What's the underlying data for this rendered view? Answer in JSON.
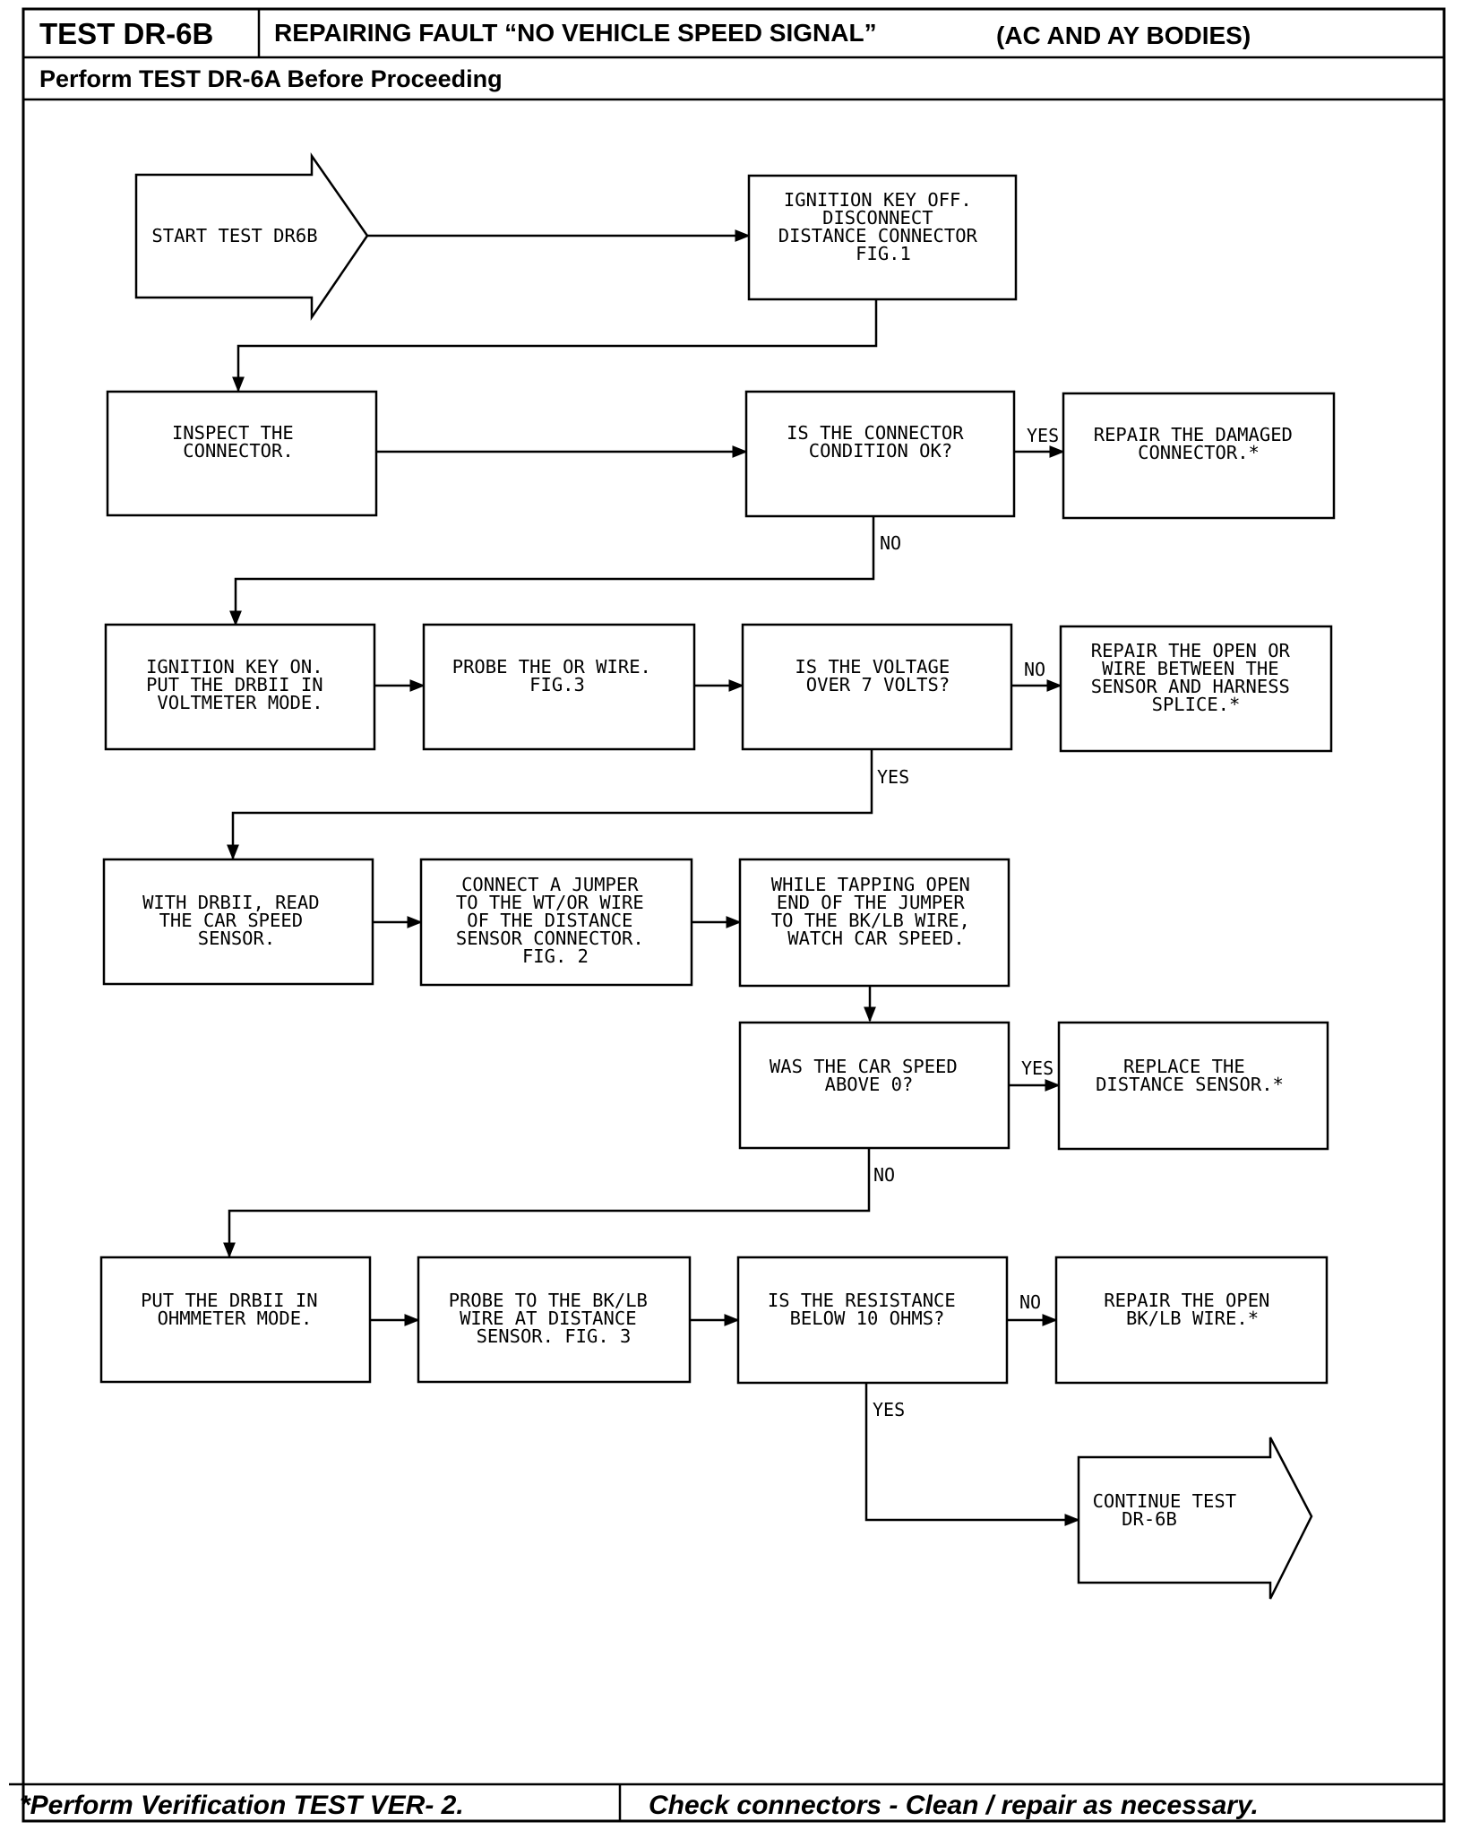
{
  "header": {
    "test_id": "TEST DR-6B",
    "title": "REPAIRING FAULT “NO VEHICLE SPEED SIGNAL”",
    "bodies": "(AC AND AY BODIES)",
    "prerequisite": "Perform TEST DR-6A Before Proceeding"
  },
  "footer": {
    "verification": "*Perform Verification TEST VER- 2.",
    "connectors": "Check connectors - Clean / repair as necessary."
  },
  "flowchart": {
    "nodes": {
      "start": [
        "START TEST DR6B"
      ],
      "disconnect": [
        "IGNITION KEY OFF.",
        "DISCONNECT",
        "DISTANCE CONNECTOR",
        "FIG.1"
      ],
      "inspect": [
        "INSPECT THE",
        "CONNECTOR."
      ],
      "connector_ok": [
        "IS THE CONNECTOR",
        "CONDITION OK?"
      ],
      "repair_connector": [
        "REPAIR THE DAMAGED",
        "CONNECTOR.*"
      ],
      "key_on": [
        "IGNITION KEY ON.",
        "PUT THE DRBII IN",
        "VOLTMETER MODE."
      ],
      "probe_or": [
        "PROBE THE OR WIRE.",
        "FIG.3"
      ],
      "voltage_check": [
        "IS THE VOLTAGE",
        "OVER 7 VOLTS?"
      ],
      "repair_open_or": [
        "REPAIR THE OPEN OR",
        "WIRE BETWEEN THE",
        "SENSOR AND HARNESS",
        "SPLICE.*"
      ],
      "read_speed": [
        "WITH DRBII, READ",
        "THE CAR SPEED",
        "SENSOR."
      ],
      "jumper": [
        "CONNECT A JUMPER",
        "TO THE WT/OR WIRE",
        "OF THE DISTANCE",
        "SENSOR CONNECTOR.",
        "FIG. 2"
      ],
      "tapping": [
        "WHILE TAPPING OPEN",
        "END OF THE JUMPER",
        "TO THE BK/LB WIRE,",
        "WATCH CAR SPEED."
      ],
      "speed_check": [
        "WAS THE CAR SPEED",
        "ABOVE 0?"
      ],
      "replace_sensor": [
        "REPLACE THE",
        "DISTANCE SENSOR.*"
      ],
      "ohmmeter": [
        "PUT THE DRBII IN",
        "OHMMETER MODE."
      ],
      "probe_bklb": [
        "PROBE TO THE BK/LB",
        "WIRE AT DISTANCE",
        "SENSOR. FIG. 3"
      ],
      "resistance_check": [
        "IS THE RESISTANCE",
        "BELOW 10 OHMS?"
      ],
      "repair_open_bklb": [
        "REPAIR THE OPEN",
        "BK/LB WIRE.*"
      ],
      "continue": [
        "CONTINUE TEST",
        "DR-6B"
      ]
    },
    "labels": {
      "connector_yes": "YES",
      "connector_no": "NO",
      "voltage_no": "NO",
      "voltage_yes": "YES",
      "speed_yes": "YES",
      "speed_no": "NO",
      "resistance_no": "NO",
      "resistance_yes": "YES"
    }
  }
}
